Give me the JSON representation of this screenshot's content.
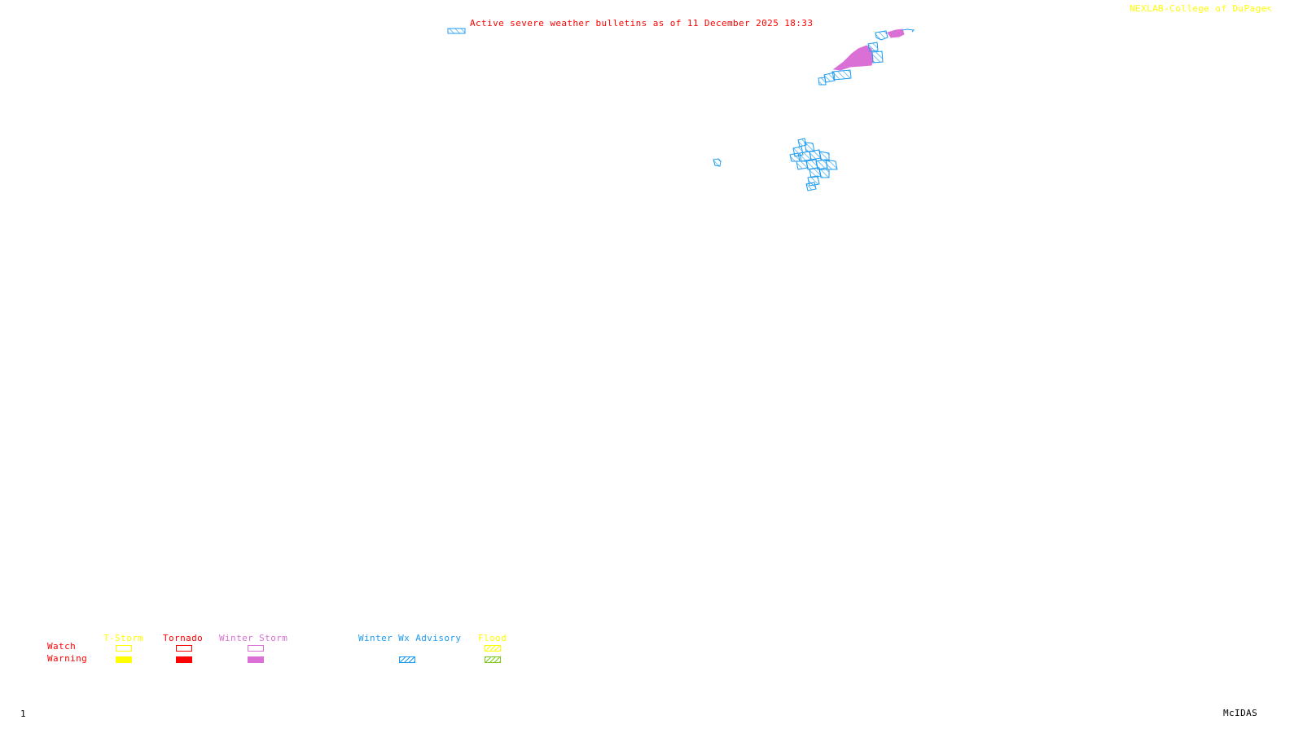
{
  "header": {
    "title": "Active severe weather bulletins as of 11 December 2025 18:33",
    "credit": "NEXLAB-College of DuPage",
    "credit_icon": "nw-arrow-icon"
  },
  "footer": {
    "frame_number": "1",
    "software": "McIDAS"
  },
  "colors": {
    "title": "#ff0000",
    "credit": "#ffff00",
    "tstorm": "#ffff00",
    "tornado": "#ff0000",
    "winter_storm": "#da70d6",
    "winter_wx_advisory": "#1e9bf0",
    "flood_watch": "#ffff00",
    "flood_warning": "#7ccd1e",
    "footer": "#000000"
  },
  "legend": {
    "row_labels": {
      "watch": "Watch",
      "warning": "Warning"
    },
    "categories": [
      {
        "key": "tstorm",
        "label": "T-Storm",
        "watch": "outline",
        "warning": "solid"
      },
      {
        "key": "tornado",
        "label": "Tornado",
        "watch": "outline",
        "warning": "solid"
      },
      {
        "key": "winter_storm",
        "label": "Winter Storm",
        "watch": "outline",
        "warning": "solid"
      },
      {
        "key": "winter_wx_advisory",
        "label": "Winter Wx Advisory",
        "watch": "none",
        "warning": "hatched"
      },
      {
        "key": "flood",
        "label": "Flood",
        "watch": "hatched",
        "warning": "hatched"
      }
    ]
  },
  "map": {
    "active_bulletin_types": [
      "Winter Storm Warning",
      "Winter Wx Advisory"
    ]
  }
}
